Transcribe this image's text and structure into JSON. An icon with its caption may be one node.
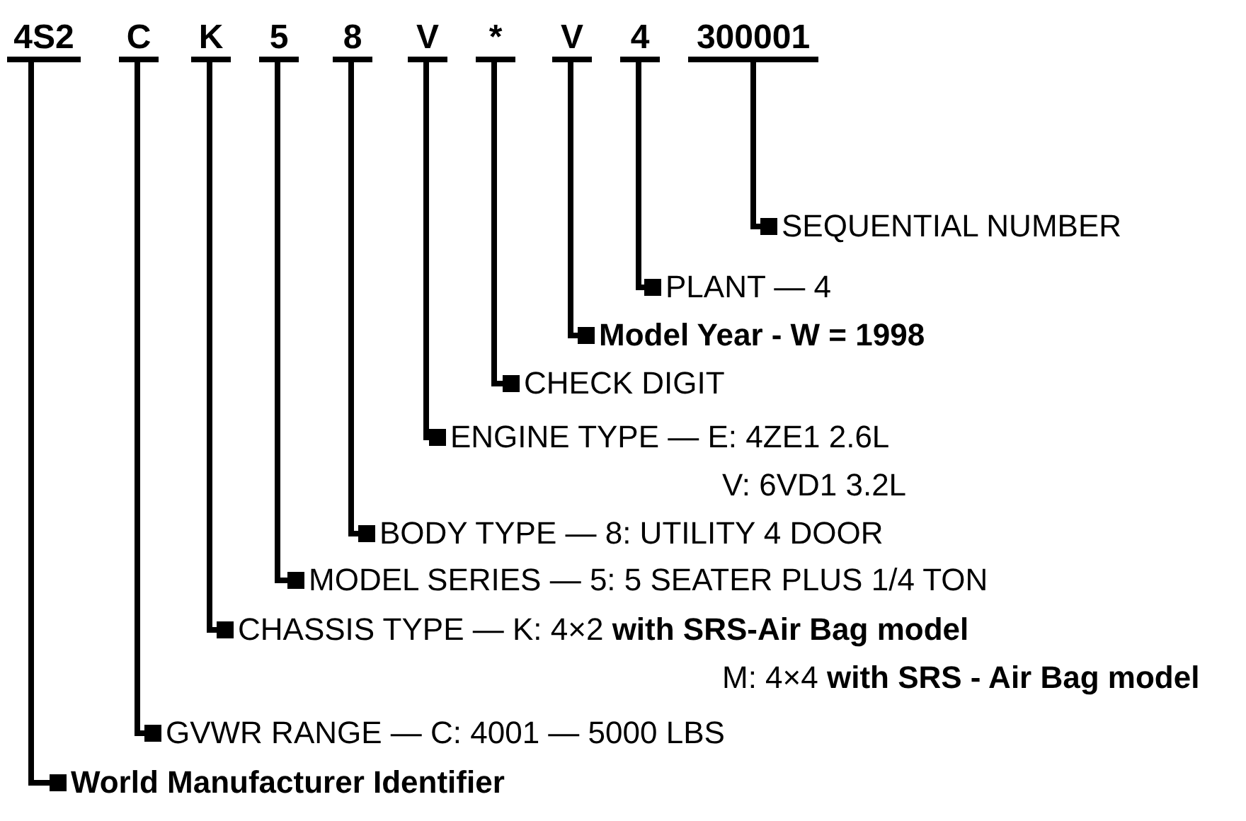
{
  "diagram": {
    "nodes": [
      {
        "text": [
          "4S2"
        ]
      },
      {
        "text": [
          "C"
        ]
      },
      {
        "text": [
          "K"
        ]
      },
      {
        "text": [
          "5"
        ]
      },
      {
        "text": [
          "8"
        ]
      },
      {
        "text": [
          "V"
        ]
      },
      {
        "text": [
          "*"
        ]
      },
      {
        "text": [
          "V"
        ]
      },
      {
        "text": [
          "4"
        ]
      },
      {
        "text": [
          "300001"
        ]
      },
      {
        "text": [
          "SEQUENTIAL NUMBER"
        ]
      },
      {
        "text": [
          "PLANT — 4"
        ]
      },
      {
        "text": [
          "Model Year - W = 1998"
        ]
      },
      {
        "text": [
          "CHECK DIGIT"
        ]
      },
      {
        "text": [
          "ENGINE TYPE — E: 4ZE1 2.6L",
          "V: 6VD1 3.2L"
        ]
      },
      {
        "text": [
          "BODY TYPE — 8: UTILITY 4 DOOR"
        ]
      },
      {
        "text": [
          "MODEL SERIES — 5: 5 SEATER PLUS 1/4 TON"
        ]
      },
      {
        "text": [
          "CHASSIS TYPE — K: 4×2 **with SRS-Air Bag model**",
          "M: 4×4 **with SRS - Air Bag model**"
        ]
      },
      {
        "text": [
          "GVWR RANGE — C: 4001 — 5000 LBS"
        ]
      },
      {
        "text": [
          "World Manufacturer Identifier"
        ]
      }
    ],
    "edges": [
      {
        "from": 0,
        "to": 19,
        "arrow": "other"
      },
      {
        "from": 1,
        "to": 18,
        "arrow": "other"
      },
      {
        "from": 2,
        "to": 17,
        "arrow": "other"
      },
      {
        "from": 3,
        "to": 16,
        "arrow": "other"
      },
      {
        "from": 4,
        "to": 15,
        "arrow": "other"
      },
      {
        "from": 5,
        "to": 14,
        "arrow": "other"
      },
      {
        "from": 6,
        "to": 13,
        "arrow": "other"
      },
      {
        "from": 7,
        "to": 12,
        "arrow": "other"
      },
      {
        "from": 8,
        "to": 11,
        "arrow": "other"
      },
      {
        "from": 9,
        "to": 10,
        "arrow": "other"
      }
    ]
  }
}
